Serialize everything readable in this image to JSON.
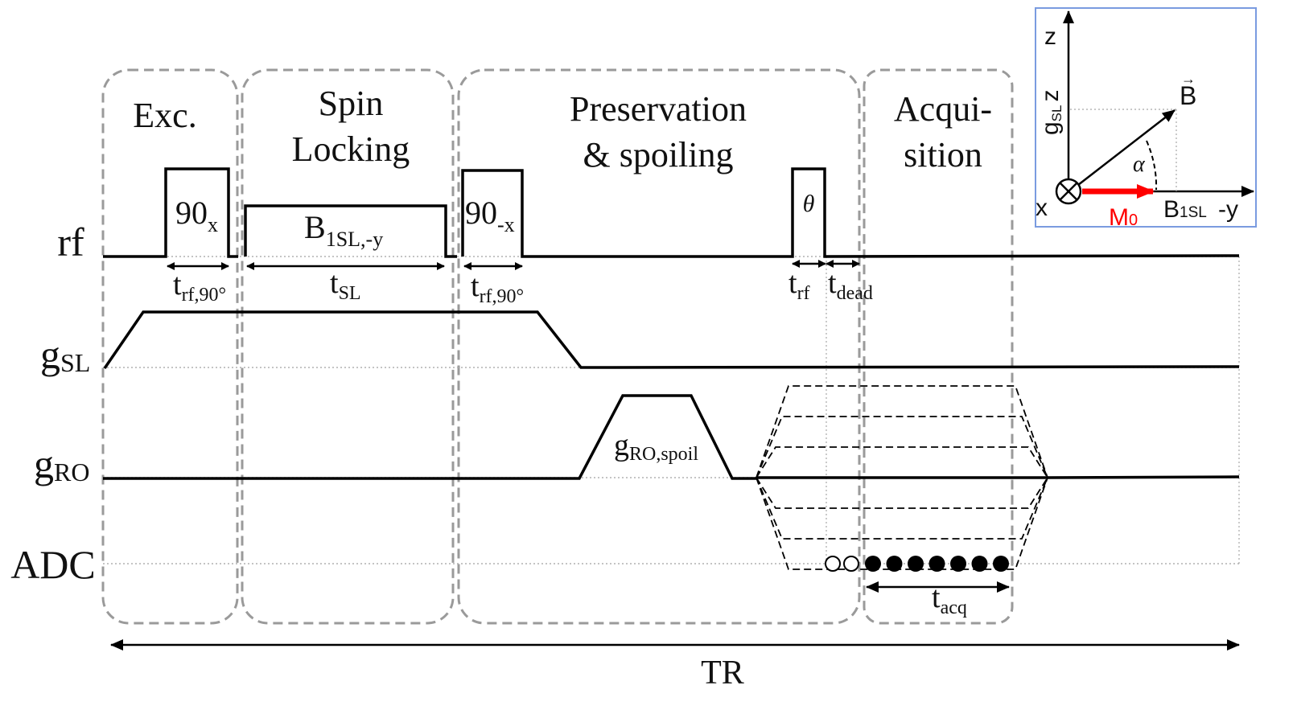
{
  "diagram": {
    "type": "MRI pulse sequence timing diagram",
    "phases": [
      {
        "id": "exc",
        "lines": [
          "Exc."
        ]
      },
      {
        "id": "spin-locking",
        "lines": [
          "Spin",
          "Locking"
        ]
      },
      {
        "id": "preservation",
        "lines": [
          "Preservation",
          "& spoiling"
        ]
      },
      {
        "id": "acquisition",
        "lines": [
          "Acqui-",
          "sition"
        ]
      }
    ],
    "channels": {
      "rf": "rf",
      "gsl": {
        "base": "g",
        "sub": "SL"
      },
      "gro": {
        "base": "g",
        "sub": "RO"
      },
      "adc": "ADC"
    },
    "rf_pulses": {
      "p1": {
        "base": "90",
        "sub": "x"
      },
      "sl": {
        "base": "B",
        "sub": "1SL,-y"
      },
      "p2": {
        "base": "90",
        "sub": "-x"
      },
      "theta": "θ"
    },
    "timings": {
      "t1": {
        "base": "t",
        "sub": "rf,90°"
      },
      "tsl": {
        "base": "t",
        "sub": "SL"
      },
      "t2": {
        "base": "t",
        "sub": "rf,90°"
      },
      "trf": {
        "base": "t",
        "sub": "rf"
      },
      "tdead": {
        "base": "t",
        "sub": "dead"
      },
      "tacq": {
        "base": "t",
        "sub": "acq"
      }
    },
    "gradients": {
      "spoil": {
        "base": "g",
        "sub": "RO,spoil"
      },
      "phase_encode_levels": 7
    },
    "adc": {
      "dummy_samples": 2,
      "samples": 7
    },
    "tr_label": "TR"
  },
  "inset": {
    "z_axis": "z",
    "x_axis": "x",
    "y_axis": "-y",
    "gsl_z": {
      "base": "g",
      "sub": "SL",
      "tail": "z"
    },
    "b_vec": "B",
    "b_arrow": "→",
    "alpha": "α",
    "b1sl": {
      "base": "B",
      "sub": "1SL"
    },
    "m0": {
      "base": "M",
      "sub": "0"
    },
    "m0_color": "#ff0000",
    "border_color": "#7a9be0"
  }
}
